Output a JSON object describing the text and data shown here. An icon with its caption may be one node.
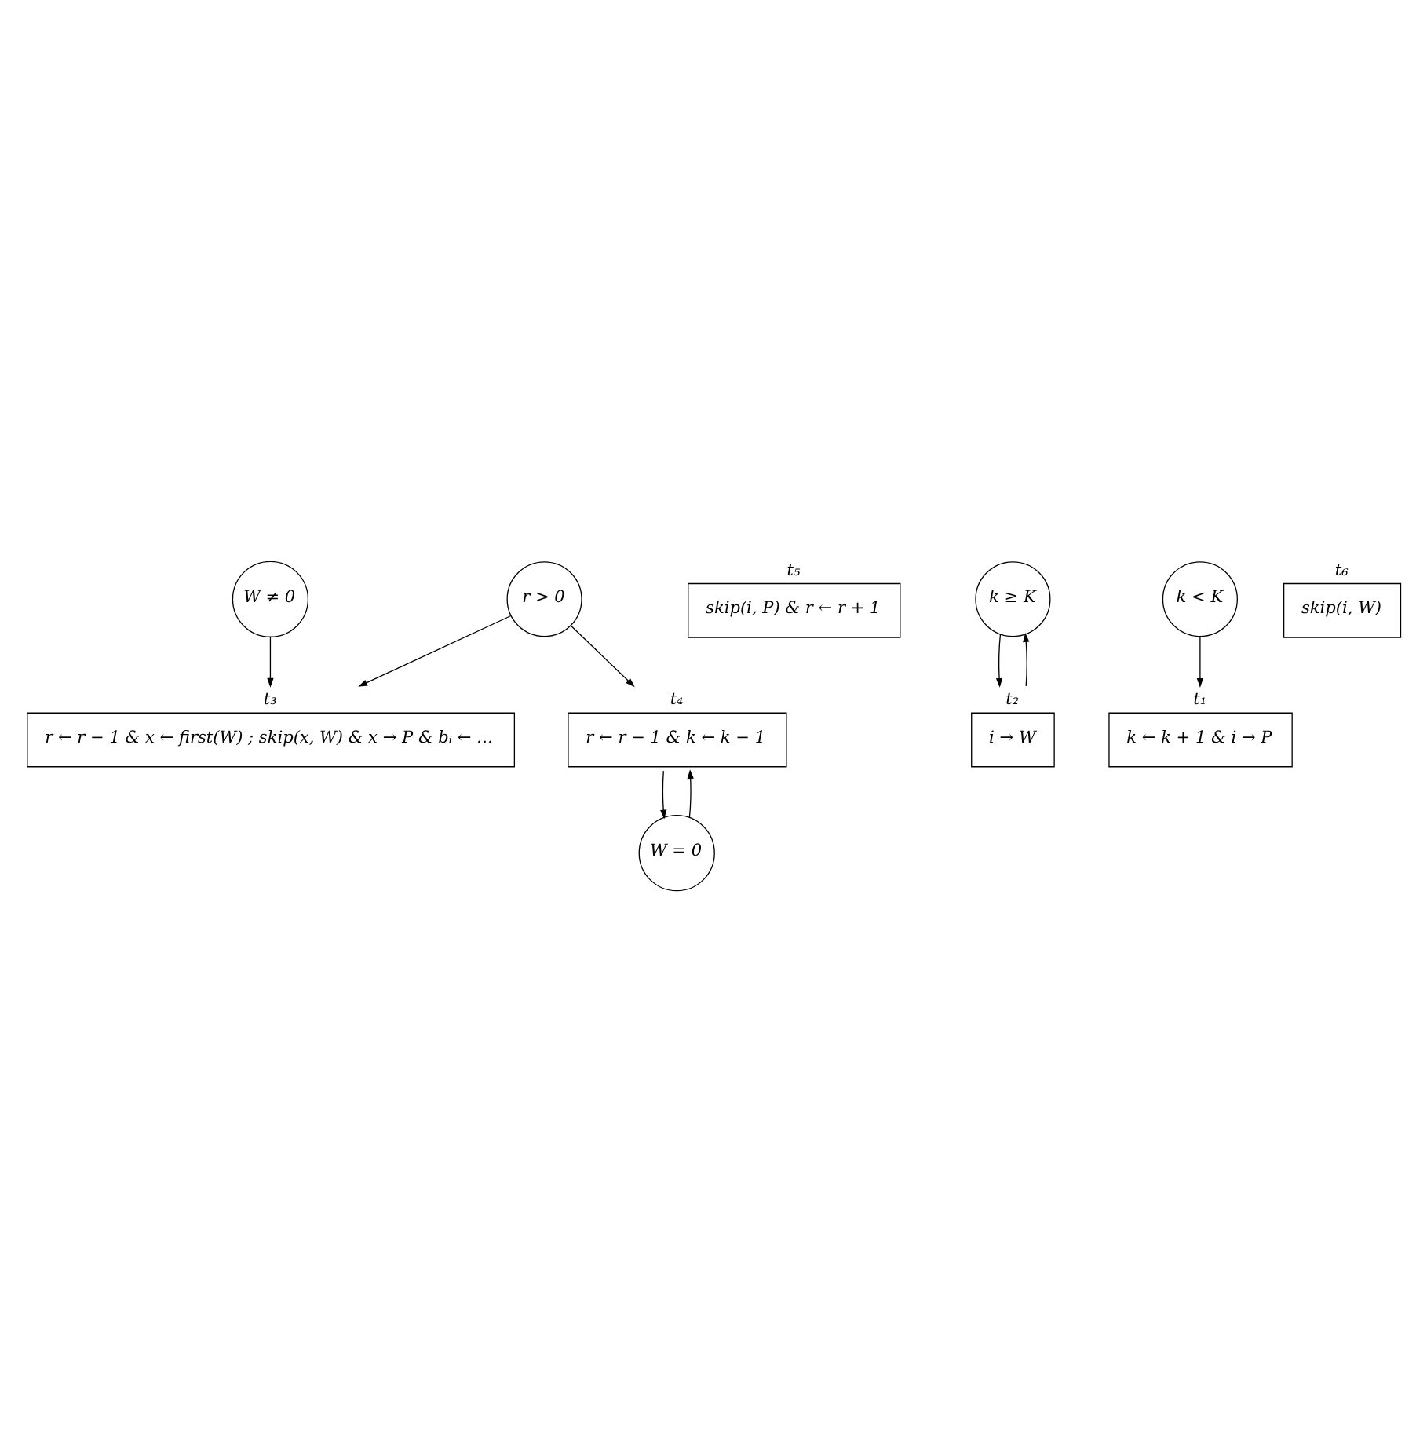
{
  "diagram": {
    "nodes": [
      {
        "text": [
          "W ≠ 0"
        ]
      },
      {
        "text": [
          "r > 0"
        ]
      },
      {
        "text": [
          "W = 0"
        ]
      },
      {
        "text": [
          "t₅",
          "skip(i, P) & r ← r + 1"
        ]
      },
      {
        "text": [
          "t₃",
          "r ← r − 1 & x ← first(W) ; skip(x, W) & x → P & bᵢ ← …"
        ]
      },
      {
        "text": [
          "t₄",
          "r ← r − 1 & k ← k − 1"
        ]
      },
      {
        "text": [
          "k ≥ K"
        ]
      },
      {
        "text": [
          "t₂",
          "i → W"
        ]
      },
      {
        "text": [
          "k < K"
        ]
      },
      {
        "text": [
          "t₁",
          "k ← k + 1 & i → P"
        ]
      },
      {
        "text": [
          "t₆",
          "skip(i, W)"
        ]
      }
    ],
    "edges": [
      {
        "from": 0,
        "to": 4,
        "arrow": "to"
      },
      {
        "from": 1,
        "to": 4,
        "arrow": "to"
      },
      {
        "from": 1,
        "to": 5,
        "arrow": "to"
      },
      {
        "from": 2,
        "to": 5,
        "arrow": "to"
      },
      {
        "from": 5,
        "to": 2,
        "arrow": "to"
      },
      {
        "from": 6,
        "to": 7,
        "arrow": "to"
      },
      {
        "from": 7,
        "to": 6,
        "arrow": "to"
      },
      {
        "from": 8,
        "to": 9,
        "arrow": "to"
      }
    ]
  }
}
